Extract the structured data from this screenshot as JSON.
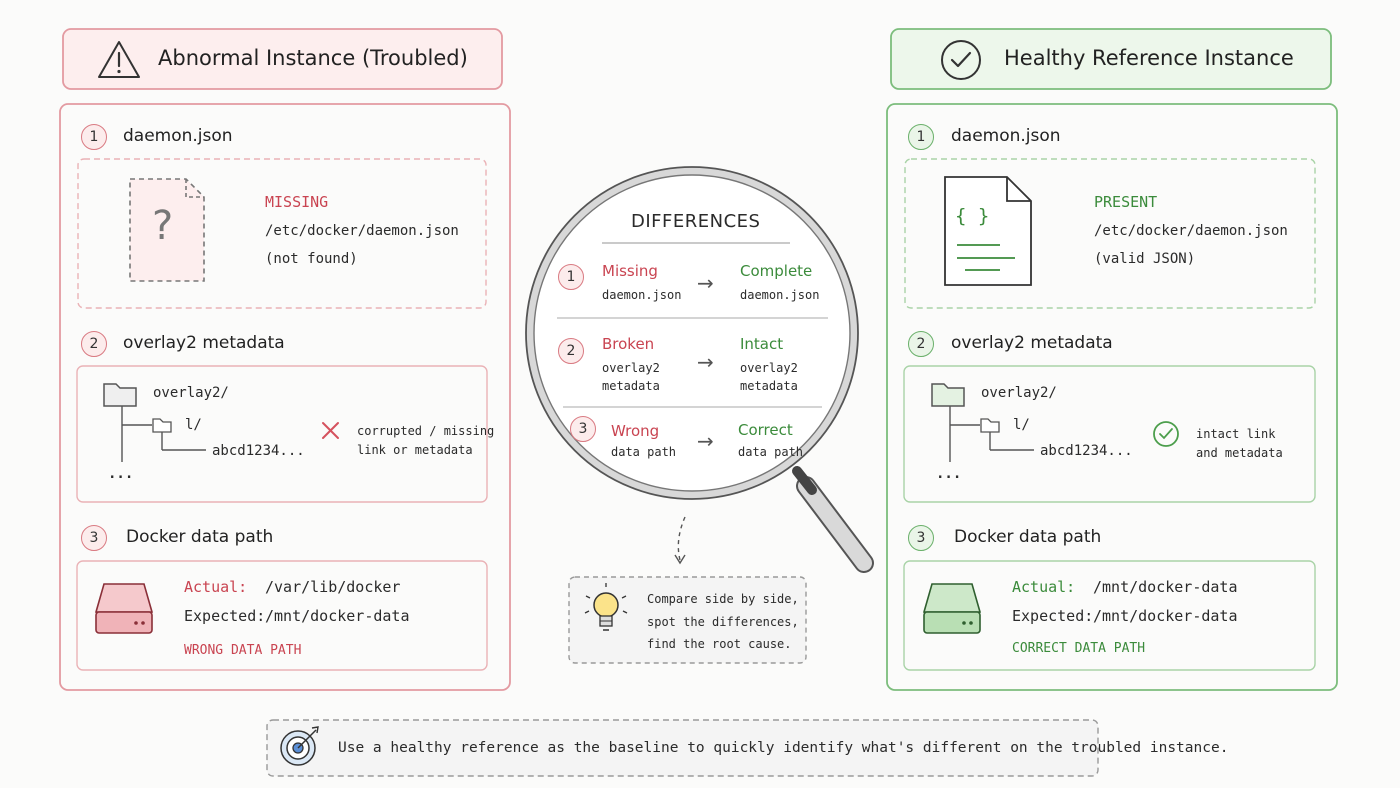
{
  "left": {
    "title": "Abnormal Instance (Troubled)",
    "s1": {
      "num": "1",
      "title": "daemon.json",
      "status": "MISSING",
      "path": "/etc/docker/daemon.json",
      "note": "(not found)",
      "icon_glyph": "?"
    },
    "s2": {
      "num": "2",
      "title": "overlay2 metadata",
      "root": "overlay2/",
      "child": "l/",
      "leaf": "abcd1234...",
      "more": "...",
      "note1": "corrupted / missing",
      "note2": "link or metadata"
    },
    "s3": {
      "num": "3",
      "title": "Docker data path",
      "actual_label": "Actual:",
      "actual_value": "/var/lib/docker",
      "expected_label": "Expected:",
      "expected_value": "/mnt/docker-data",
      "status": "WRONG DATA PATH"
    }
  },
  "right": {
    "title": "Healthy Reference Instance",
    "s1": {
      "num": "1",
      "title": "daemon.json",
      "status": "PRESENT",
      "path": "/etc/docker/daemon.json",
      "note": "(valid JSON)",
      "icon_glyph": "{ }"
    },
    "s2": {
      "num": "2",
      "title": "overlay2 metadata",
      "root": "overlay2/",
      "child": "l/",
      "leaf": "abcd1234...",
      "more": "...",
      "note1": "intact link",
      "note2": "and metadata"
    },
    "s3": {
      "num": "3",
      "title": "Docker data path",
      "actual_label": "Actual:",
      "actual_value": "/mnt/docker-data",
      "expected_label": "Expected:",
      "expected_value": "/mnt/docker-data",
      "status": "CORRECT DATA PATH"
    }
  },
  "differences": {
    "title": "DIFFERENCES",
    "rows": [
      {
        "num": "1",
        "bad": "Missing",
        "bad_sub1": "daemon.json",
        "bad_sub2": "",
        "good": "Complete",
        "good_sub1": "daemon.json",
        "good_sub2": ""
      },
      {
        "num": "2",
        "bad": "Broken",
        "bad_sub1": "overlay2",
        "bad_sub2": "metadata",
        "good": "Intact",
        "good_sub1": "overlay2",
        "good_sub2": "metadata"
      },
      {
        "num": "3",
        "bad": "Wrong",
        "bad_sub1": "data path",
        "bad_sub2": "",
        "good": "Correct",
        "good_sub1": "data path",
        "good_sub2": ""
      }
    ],
    "arrow": "→"
  },
  "tip": {
    "line1": "Compare side by side,",
    "line2": "spot the differences,",
    "line3": "find the root cause."
  },
  "footer": {
    "text": "Use a healthy reference as the baseline to quickly identify what's different on the troubled instance."
  },
  "colors": {
    "red": "#c94451",
    "red_light": "#fcecec",
    "green": "#3b8b3b",
    "green_light": "#eaf5e8"
  }
}
